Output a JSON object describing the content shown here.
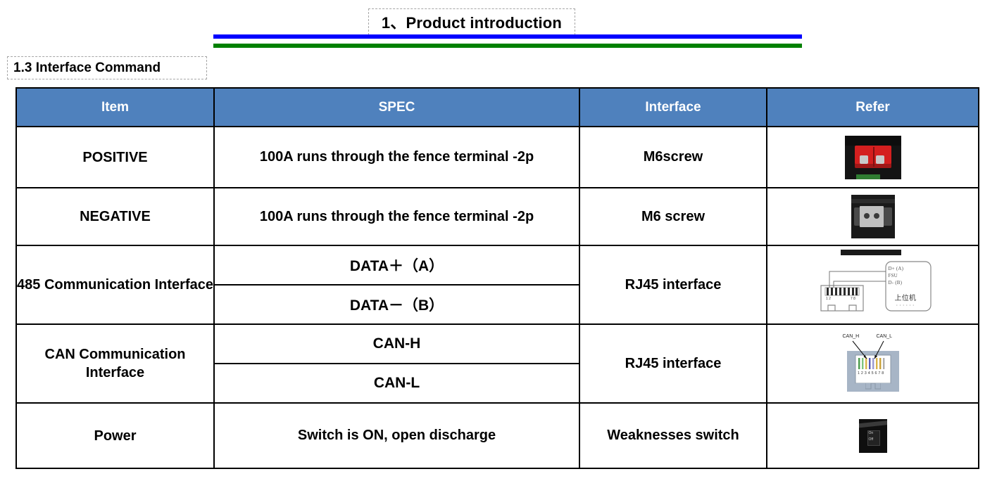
{
  "page": {
    "title": "1、Product introduction",
    "subtitle": "1.3 Interface Command",
    "rule_colors": {
      "upper": "#0000FF",
      "lower": "#008000"
    },
    "header_color": "#4F81BD"
  },
  "table": {
    "columns": [
      "Item",
      "SPEC",
      "Interface",
      "Refer"
    ],
    "rows": [
      {
        "item": "POSITIVE",
        "spec": [
          "100A runs through the fence terminal -2p"
        ],
        "interface": "M6screw",
        "refer_icon": "red-terminal-photo"
      },
      {
        "item": "NEGATIVE",
        "spec": [
          "100A runs through the fence terminal -2p"
        ],
        "interface": "M6 screw",
        "refer_icon": "black-terminal-photo"
      },
      {
        "item": "485 Communication Interface",
        "spec": [
          "DATA＋（A）",
          "DATA－（B）"
        ],
        "interface": "RJ45 interface",
        "refer_icon": "rs485-wiring-diagram"
      },
      {
        "item": "CAN Communication Interface",
        "spec": [
          "CAN-H",
          "CAN-L"
        ],
        "interface": "RJ45 interface",
        "refer_icon": "can-rj45-pinout-diagram"
      },
      {
        "item": "Power",
        "spec": [
          "Switch is ON, open discharge"
        ],
        "interface": "Weaknesses switch",
        "refer_icon": "rocker-switch-photo"
      }
    ]
  },
  "diagrams": {
    "rs485": {
      "labels": [
        "D+ (A)",
        "FSU",
        "D- (B)",
        "上位机",
        "······"
      ],
      "connector_pins": [
        "1",
        "2",
        "7",
        "8"
      ]
    },
    "can": {
      "labels": [
        "CAN_H",
        "CAN_L"
      ],
      "pin_numbers": "12345678"
    },
    "switch": {
      "labels": [
        "On",
        "Off"
      ]
    }
  }
}
